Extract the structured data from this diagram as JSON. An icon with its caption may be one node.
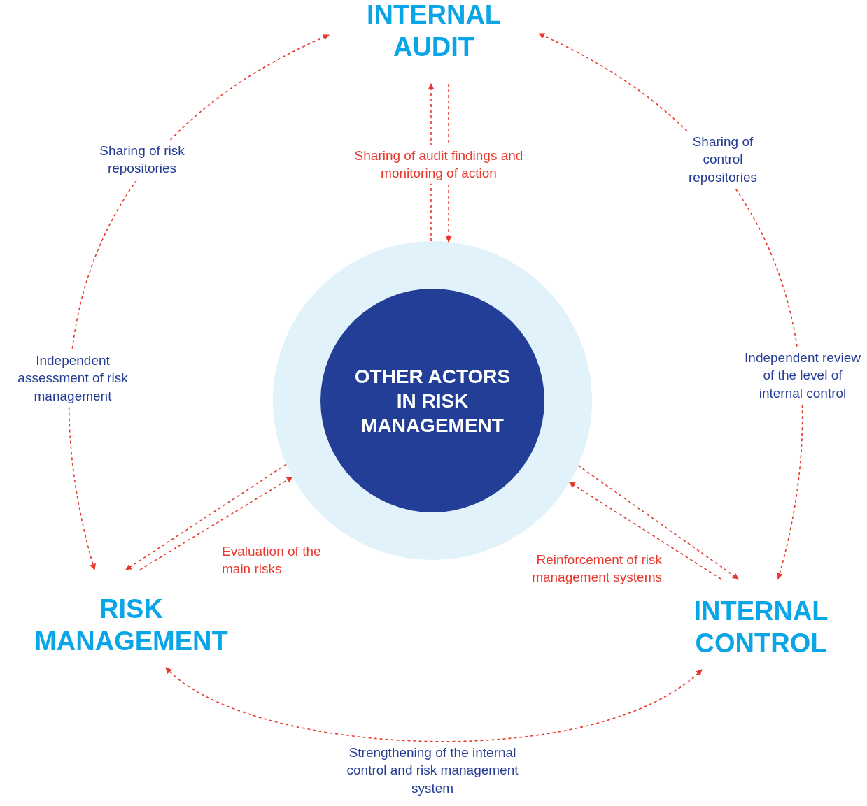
{
  "diagram": {
    "nodes": [
      {
        "text": [
          "INTERNAL AUDIT"
        ]
      },
      {
        "text": [],
        "shape": "circle"
      },
      {
        "text": [
          "OTHER ACTORS IN RISK MANAGEMENT"
        ],
        "in": 1
      },
      {
        "text": [
          "RISK MANAGEMENT"
        ]
      },
      {
        "text": [
          "INTERNAL CONTROL"
        ]
      }
    ],
    "edges": [
      {
        "from": 3,
        "to": 0,
        "arrow": "both",
        "label": "Sharing of risk repositories"
      },
      {
        "from": 4,
        "to": 0,
        "arrow": "both",
        "label": "Sharing of control repositories"
      },
      {
        "from": 3,
        "to": 4,
        "arrow": "both",
        "label": "Strengthening of the internal control and risk management system"
      },
      {
        "from": 1,
        "to": 0,
        "arrow": "to",
        "label": "Sharing of audit findings and monitoring of action"
      },
      {
        "from": 0,
        "to": 1,
        "arrow": "to"
      },
      {
        "from": 1,
        "to": 3,
        "arrow": "to"
      },
      {
        "from": 3,
        "to": 1,
        "arrow": "to",
        "label": "Evaluation of the main risks"
      },
      {
        "from": 4,
        "to": 1,
        "arrow": "to",
        "label": "Reinforcement of risk management systems"
      },
      {
        "from": 1,
        "to": 4,
        "arrow": "to"
      }
    ],
    "labels": [
      "Independent assessment of risk management",
      "Independent review of the level of internal control"
    ]
  }
}
